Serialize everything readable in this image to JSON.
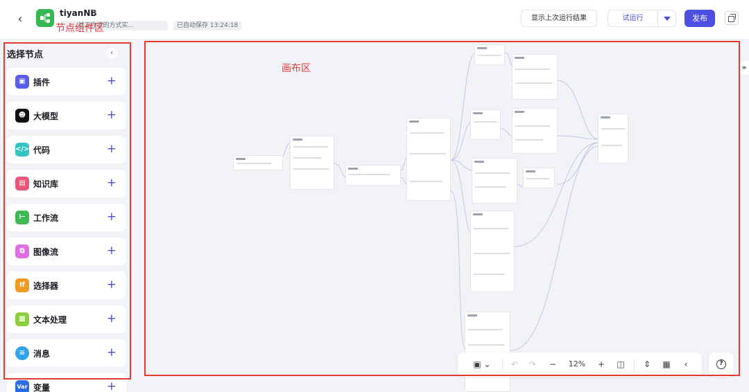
{
  "header": {
    "app_name": "tiyanNB",
    "description": "...过工作流的方式实...",
    "autosave": "已自动保存 13:24:18",
    "show_last_run": "显示上次运行结果",
    "try_run": "试运行",
    "publish": "发布",
    "annotation_node_area": "节点组件区"
  },
  "sidebar": {
    "title": "选择节点",
    "items": [
      {
        "label": "插件",
        "icon": "cube-icon",
        "color": "#5a5ee8"
      },
      {
        "label": "大模型",
        "icon": "llm-face-icon",
        "color": "#111111"
      },
      {
        "label": "代码",
        "icon": "code-icon",
        "color": "#35c3c3"
      },
      {
        "label": "知识库",
        "icon": "book-icon",
        "color": "#e8577a"
      },
      {
        "label": "工作流",
        "icon": "workflow-icon",
        "color": "#3fb856"
      },
      {
        "label": "图像流",
        "icon": "imageflow-icon",
        "color": "#de6fe0"
      },
      {
        "label": "选择器",
        "icon": "if-icon",
        "color": "#f09a24"
      },
      {
        "label": "文本处理",
        "icon": "text-process-icon",
        "color": "#8ccf3e"
      },
      {
        "label": "消息",
        "icon": "message-icon",
        "color": "#2fa4ea"
      },
      {
        "label": "变量",
        "icon": "var-icon",
        "color": "#2d6be0"
      }
    ]
  },
  "canvas": {
    "annotation_label": "画布区"
  },
  "toolbar": {
    "zoom": "12%"
  },
  "colors": {
    "accent": "#4d4fe0",
    "annotation_red": "#e23b2e"
  }
}
